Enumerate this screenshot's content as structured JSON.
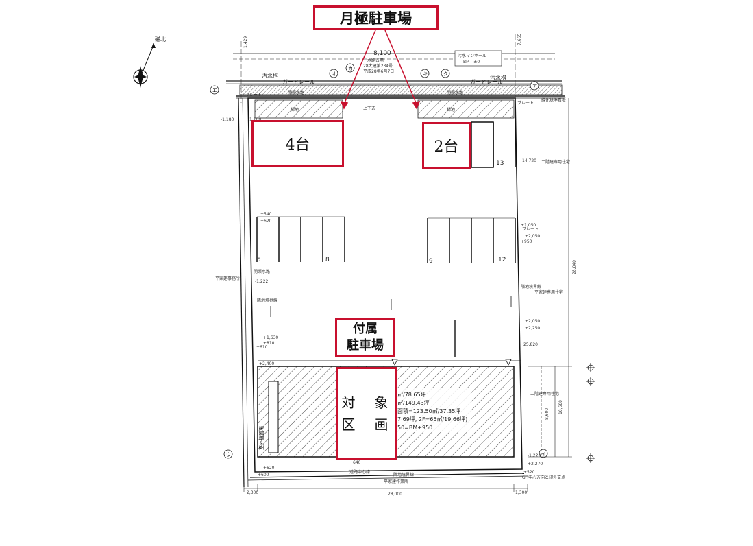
{
  "callouts": {
    "monthly_parking": "月極駐車場",
    "attached_parking_line1": "付属",
    "attached_parking_line2": "駐車場",
    "count_left": "4台",
    "count_right": "2台",
    "target_line1": "対　象",
    "target_line2": "区　画"
  },
  "plan_labels": {
    "magnetic_north": "磁北",
    "sewer_manhole": "汚水マンホール",
    "sewer_manhole_bm": "BM　±0",
    "sewer_pipe_left": "汚水桝",
    "sewer_pipe_right": "汚水桝",
    "guardrail_left": "ガードレール",
    "guardrail_right": "ガードレール",
    "open_drain_left": "開渠水路",
    "open_drain_right": "開渠水路",
    "road_name": "水路占用",
    "road_permit_no": "28大建第234号",
    "road_permit_date": "平成28年6月7日",
    "plate_left": "プレート",
    "plate_right": "プレート",
    "plate_mid": "プレート",
    "greening_left": "緑地",
    "greening_right": "緑地",
    "greening_sign": "緑化基準看板",
    "lower_slope": "上下式",
    "two_story_house_top": "二階建専用住宅",
    "two_story_house_bottom": "二階建専用住宅",
    "one_story_house_right": "平家建専用住宅",
    "one_story_warehouse_left": "平家建事務所",
    "one_story_office_bottom": "平家建作業所",
    "boundary_left": "隣地境界線",
    "boundary_right": "隣地境界線",
    "boundary_bottom": "隣地境界線",
    "open_drain_mid": "開渠水路",
    "outdoor_equipment": "室外機置場",
    "road_center": "道路中心線",
    "directions_note": "GH中心方向と印外交点",
    "building_info_1": "㎡/78.65坪",
    "building_info_2": "㎡/149.43坪",
    "building_info_3": "面積=123.50㎡/37.35坪",
    "building_info_4": "7.69坪, 2F=65㎡/19.66坪)",
    "building_info_5": "50=BM+950",
    "slot_5": "5",
    "slot_8": "8",
    "slot_9": "9",
    "slot_12": "12",
    "slot_13": "13",
    "dim_top": "8,100",
    "dim_bottom": "28,000",
    "dim_right_total": "28,040",
    "dim_right_inner": "25,820",
    "dim_right_lower": "10,600",
    "dim_right_mid": "8,600",
    "dim_left_bottom": "2,300",
    "dim_right_bottom": "1,300",
    "dim_left_top": "1,100",
    "dim_right_top": "7,665",
    "dim_top_left": "1,429",
    "dim_right_a": "14,720",
    "dim_mark_ka": "カ",
    "dim_mark_o": "オ",
    "dim_mark_ki": "キ",
    "dim_mark_ku": "ク",
    "dim_mark_e": "エ",
    "dim_mark_u": "ウ",
    "dim_mark_i": "イ",
    "dim_mark_a": "ア",
    "level_1": "+2,050",
    "level_2": "+2,250",
    "level_3": "+1,630",
    "level_4": "+610",
    "level_5": "+640",
    "level_6": "+950",
    "level_7": "+620",
    "level_8": "-1,180",
    "level_9": "+520",
    "level_10": "+600",
    "level_11": "+2,400",
    "level_12": "+2,050",
    "level_13": "-1,222",
    "level_14": "+540",
    "level_15": "-1,220",
    "level_16": "+1,050",
    "level_17": "+2,270",
    "level_18": "+810",
    "level_19": "+620"
  }
}
